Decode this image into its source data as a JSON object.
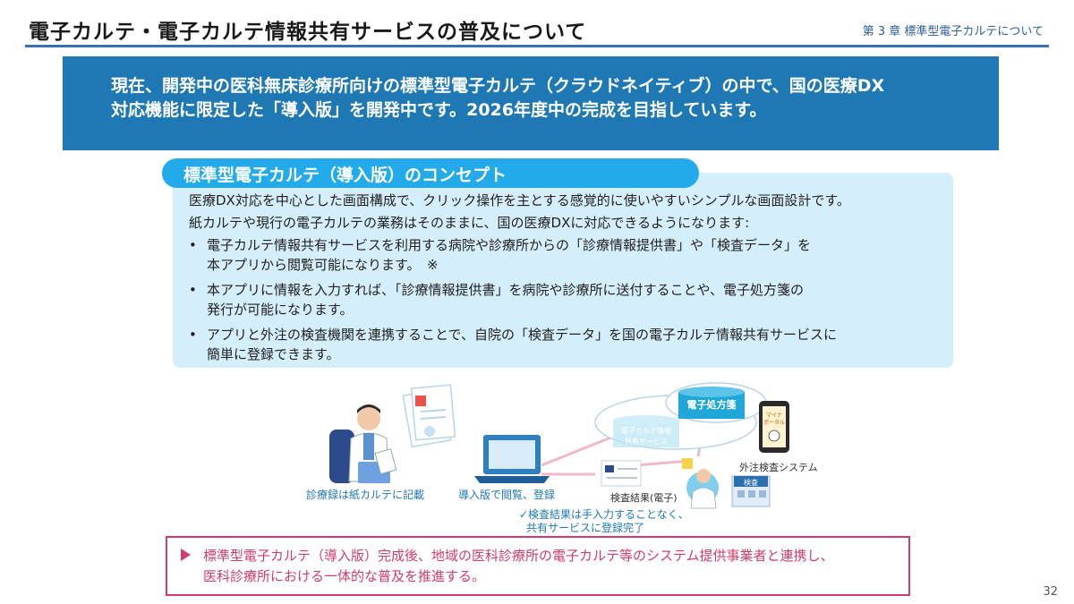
{
  "header": {
    "title": "電子カルテ・電子カルテ情報共有サービスの普及について",
    "chapter": "第 3 章 標準型電子カルテについて"
  },
  "banner": {
    "line1": "現在、開発中の医科無床診療所向けの標準型電子カルテ（クラウドネイティブ）の中で、国の医療DX",
    "line2": "対応機能に限定した「導入版」を開発中です。2026年度中の完成を目指しています。"
  },
  "concept": {
    "heading": "標準型電子カルテ（導入版）のコンセプト",
    "intro1": "医療DX対応を中心とした画面構成で、クリック操作を主とする感覚的に使いやすいシンプルな画面設計です。",
    "intro2": "紙カルテや現行の電子カルテの業務はそのままに、国の医療DXに対応できるようになります:",
    "bullets": [
      {
        "l1": "電子カルテ情報共有サービスを利用する病院や診療所からの「診療情報提供書」や「検査データ」を",
        "l2": "本アプリから閲覧可能になります。　※"
      },
      {
        "l1": "本アプリに情報を入力すれば、「診療情報提供書」を病院や診療所に送付することや、電子処方箋の",
        "l2": "発行が可能になります。"
      },
      {
        "l1": "アプリと外注の検査機関を連携することで、自院の「検査データ」を国の電子カルテ情報共有サービスに",
        "l2": "簡単に登録できます。"
      }
    ]
  },
  "illustration": {
    "cap_doctor": "診療録は紙カルテに記載",
    "cap_laptop": "導入版で閲覧、登録",
    "cap_result": "検査結果(電子)",
    "cap_check1": "✓検査結果は手入力することなく、",
    "cap_check2": "共有サービスに登録完了",
    "cap_lab": "外注検査システム",
    "cloud_rx": "電子処方箋",
    "cloud_share1": "電子カルテ情報",
    "cloud_share2": "共有サービス",
    "phone_text1": "マイナ",
    "phone_text2": "ポータル",
    "lab_sign": "検査",
    "colors": {
      "primary": "#1e78b4",
      "accent": "#22aaea",
      "link": "#e8a0b4"
    }
  },
  "note": {
    "line1": "標準型電子カルテ（導入版）完成後、地域の医科診療所の電子カルテ等のシステム提供事業者と連携し、",
    "line2": "医科診療所における一体的な普及を推進する。"
  },
  "page_number": "32"
}
